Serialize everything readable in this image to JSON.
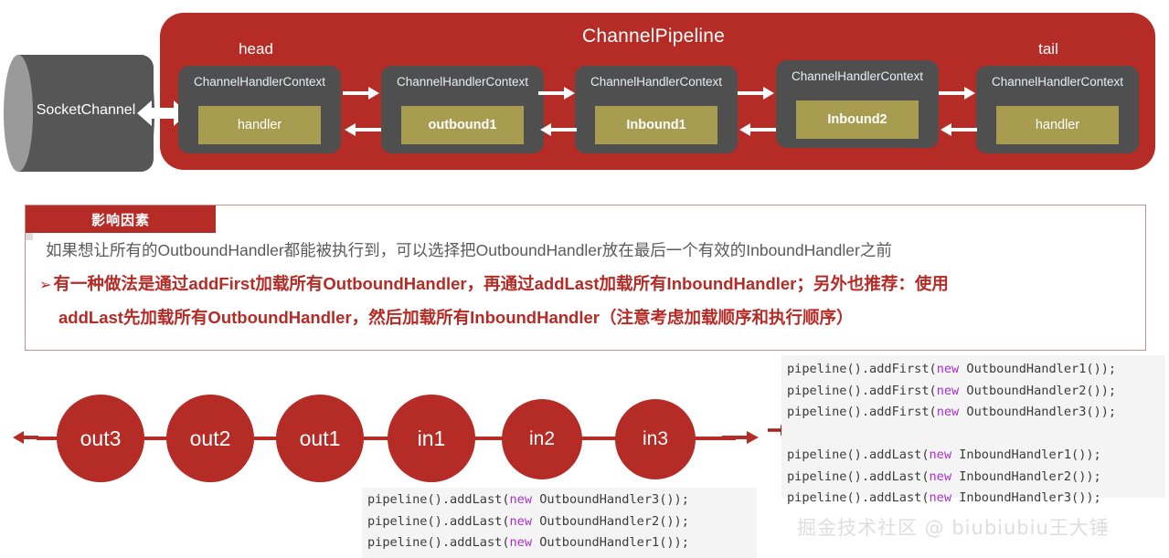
{
  "diagram": {
    "pipeline_title": "ChannelPipeline",
    "head_label": "head",
    "tail_label": "tail",
    "socket_channel_label": "SocketChannel",
    "contexts": [
      {
        "title": "ChannelHandlerContext",
        "handler": "handler",
        "bold": false
      },
      {
        "title": "ChannelHandlerContext",
        "handler": "outbound1",
        "bold": true
      },
      {
        "title": "ChannelHandlerContext",
        "handler": "Inbound1",
        "bold": true
      },
      {
        "title": "ChannelHandlerContext",
        "handler": "Inbound2",
        "bold": true
      },
      {
        "title": "ChannelHandlerContext",
        "handler": "handler",
        "bold": false
      }
    ],
    "colors": {
      "pipeline_red": "#b52b26",
      "context_gray": "#4f4f4f",
      "handler_olive": "#a79c4f",
      "socket_gray": "#565656"
    }
  },
  "note": {
    "ribbon_label": "影响因素",
    "line1": "如果想让所有的OutboundHandler都能被执行到，可以选择把OutboundHandler放在最后一个有效的InboundHandler之前",
    "bullet_marker": "➢",
    "line2": "有一种做法是通过addFirst加载所有OutboundHandler，再通过addLast加载所有InboundHandler；另外也推荐：使用",
    "line3": "addLast先加载所有OutboundHandler，然后加载所有InboundHandler（注意考虑加载顺序和执行顺序）"
  },
  "chain": {
    "nodes": [
      {
        "label": "out3",
        "size": "big"
      },
      {
        "label": "out2",
        "size": "big"
      },
      {
        "label": "out1",
        "size": "big"
      },
      {
        "label": "in1",
        "size": "big"
      },
      {
        "label": "in2",
        "size": "small"
      },
      {
        "label": "in3",
        "size": "small"
      }
    ]
  },
  "code_left": {
    "lines": [
      {
        "pre": "pipeline().addLast(",
        "kw": "new",
        "post": " OutboundHandler3());"
      },
      {
        "pre": "pipeline().addLast(",
        "kw": "new",
        "post": " OutboundHandler2());"
      },
      {
        "pre": "pipeline().addLast(",
        "kw": "new",
        "post": " OutboundHandler1());"
      }
    ]
  },
  "code_right": {
    "lines": [
      {
        "pre": "pipeline().addFirst(",
        "kw": "new",
        "post": " OutboundHandler1());"
      },
      {
        "pre": "pipeline().addFirst(",
        "kw": "new",
        "post": " OutboundHandler2());"
      },
      {
        "pre": "pipeline().addFirst(",
        "kw": "new",
        "post": " OutboundHandler3());"
      },
      {
        "pre": "",
        "kw": "",
        "post": ""
      },
      {
        "pre": "pipeline().addLast(",
        "kw": "new",
        "post": " InboundHandler1());"
      },
      {
        "pre": "pipeline().addLast(",
        "kw": "new",
        "post": " InboundHandler2());"
      },
      {
        "pre": "pipeline().addLast(",
        "kw": "new",
        "post": " InboundHandler3());"
      }
    ]
  },
  "watermark": {
    "text": "掘金技术社区 @ biubiubiu王大锤"
  }
}
